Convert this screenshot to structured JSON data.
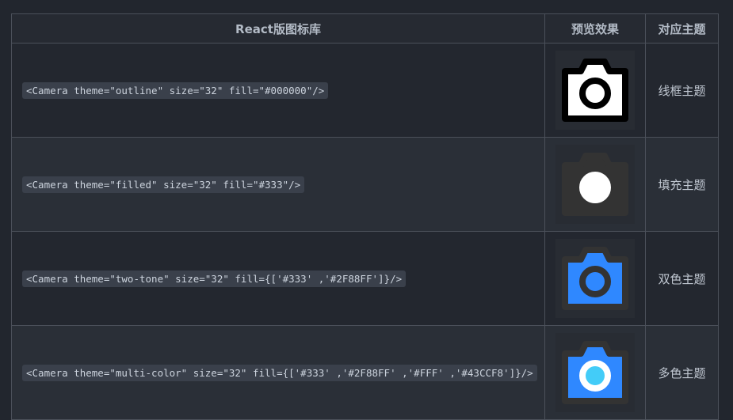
{
  "table": {
    "headers": [
      "React版图标库",
      "预览效果",
      "对应主题"
    ],
    "rows": [
      {
        "code": "<Camera theme=\"outline\" size=\"32\" fill=\"#000000\"/>",
        "theme": "线框主题",
        "icon": "camera-outline-icon"
      },
      {
        "code": "<Camera theme=\"filled\" size=\"32\" fill=\"#333\"/>",
        "theme": "填充主题",
        "icon": "camera-filled-icon"
      },
      {
        "code": "<Camera theme=\"two-tone\" size=\"32\" fill={['#333' ,'#2F88FF']}/>",
        "theme": "双色主题",
        "icon": "camera-two-tone-icon"
      },
      {
        "code": "<Camera theme=\"multi-color\" size=\"32\" fill={['#333' ,'#2F88FF' ,'#FFF' ,'#43CCF8']}/>",
        "theme": "多色主题",
        "icon": "camera-multi-color-icon"
      }
    ]
  },
  "colors": {
    "outline_fill": "#000000",
    "filled_fill": "#333",
    "two_tone": [
      "#333",
      "#2F88FF"
    ],
    "multi_color": [
      "#333",
      "#2F88FF",
      "#FFF",
      "#43CCF8"
    ]
  }
}
